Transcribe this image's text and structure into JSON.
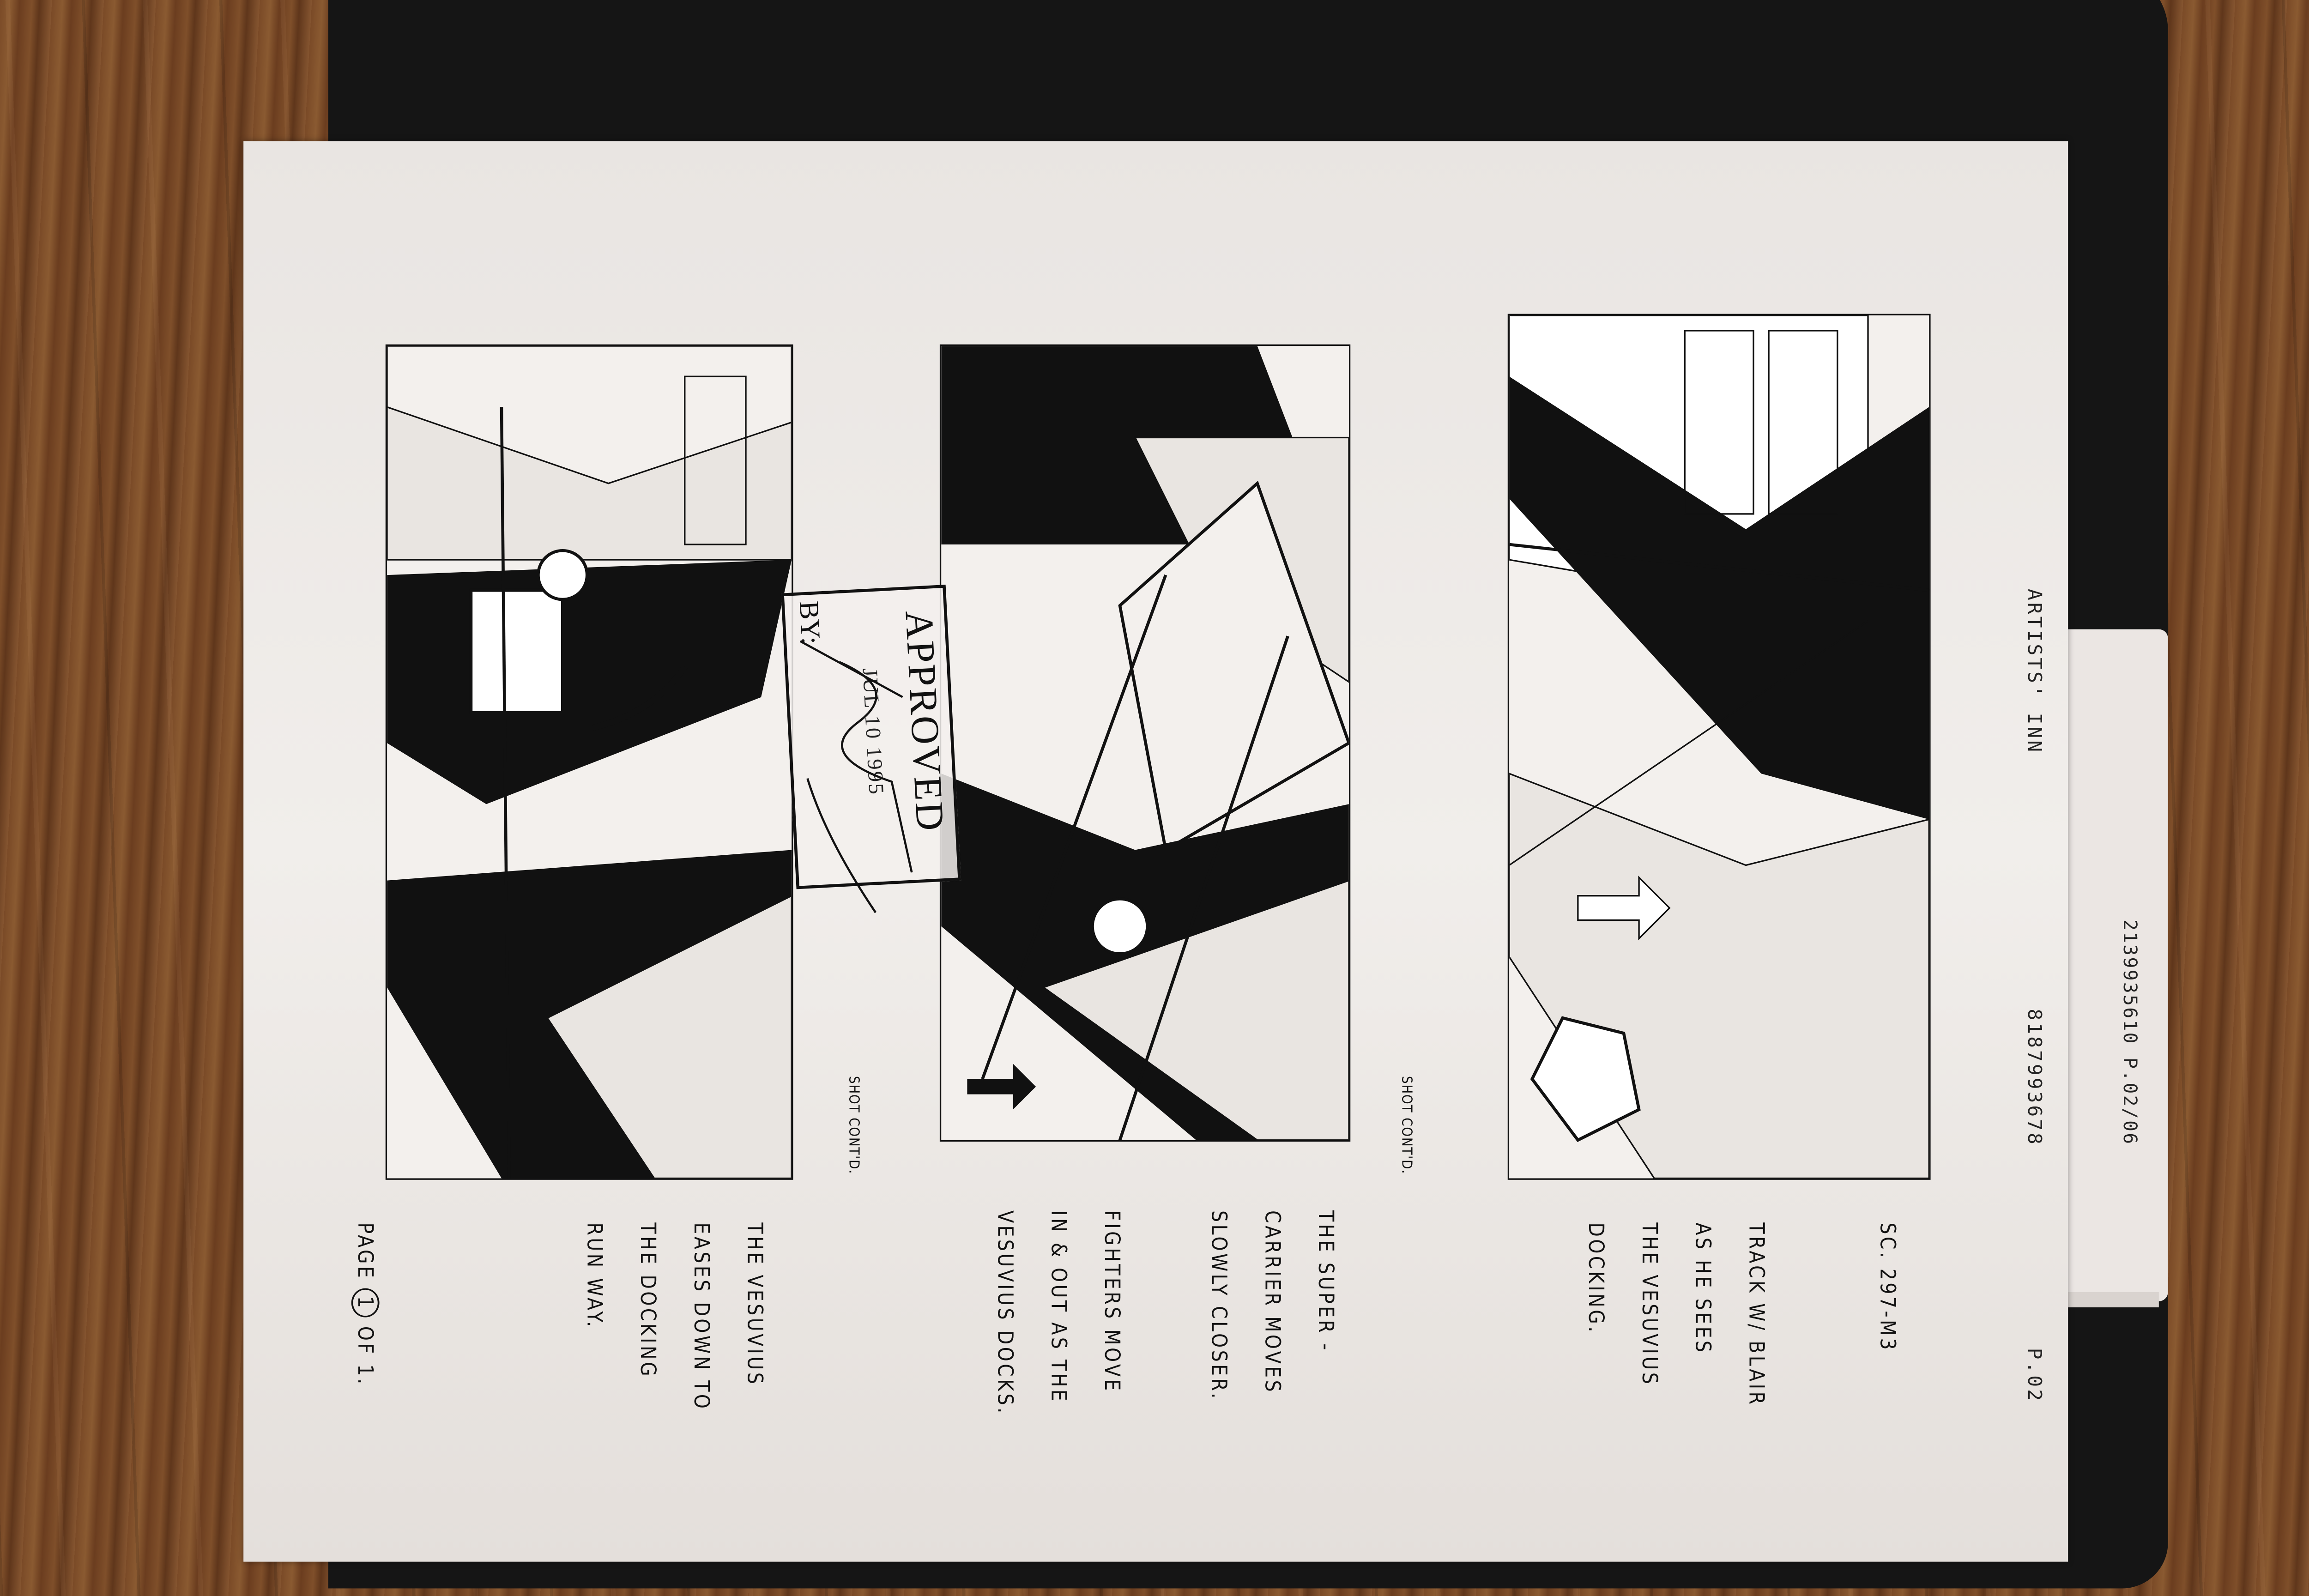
{
  "fax_underlay": {
    "header": "2139935610  P.02/06"
  },
  "page": {
    "header": {
      "sender": "ARTISTS' INN",
      "phone": "8187993678",
      "page": "P.02"
    },
    "panels": [
      {
        "scene": "SC. 297-M3",
        "caption": [
          "TRACK W/ BLAIR",
          "AS HE SEES",
          "THE VESUVIUS",
          "DOCKING."
        ]
      },
      {
        "note": "SHOT CONT'D.",
        "caption": [
          "THE SUPER -",
          "CARRIER MOVES",
          "SLOWLY CLOSER."
        ],
        "caption2": [
          "FIGHTERS MOVE",
          "IN & OUT AS THE",
          "VESUVIUS DOCKS."
        ]
      },
      {
        "note": "SHOT CONT'D.",
        "caption": [
          "THE VESUVIUS",
          "EASES DOWN TO",
          "THE DOCKING",
          "RUN WAY."
        ]
      }
    ],
    "stamp": {
      "title": "APPROVED",
      "date": "JUL 10 1995",
      "by": "BY:"
    },
    "footer": {
      "prefix": "PAGE",
      "current": "1",
      "suffix": "OF 1."
    }
  }
}
